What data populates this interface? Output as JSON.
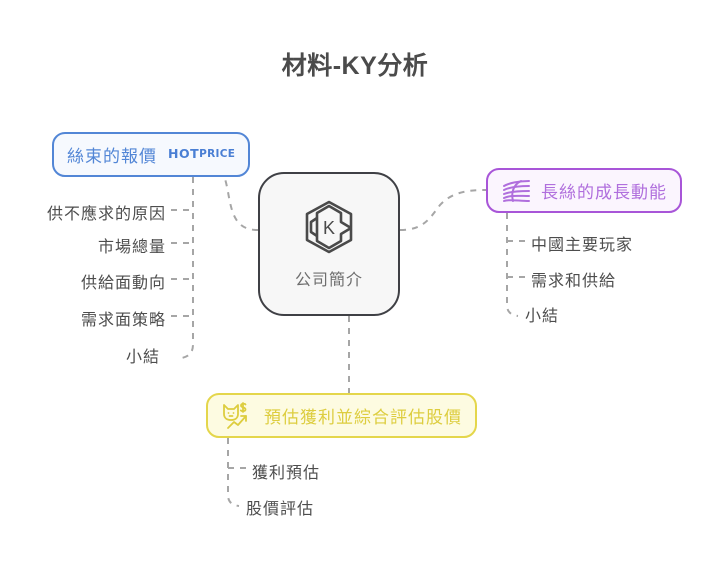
{
  "page": {
    "title": "材料-KY分析",
    "background": "#ffffff"
  },
  "center": {
    "label": "公司簡介",
    "icon": "hexagon-k-logo",
    "border_color": "#3f4045",
    "fill_color": "#f7f7f7"
  },
  "branches": [
    {
      "id": "tow-price",
      "label": "絲束的報價",
      "icon": "hot-price-badge-icon",
      "icon_text_line1": "HOT",
      "icon_text_line2": "PRICE",
      "color": "#5286d6",
      "fill": "#f6f9fe",
      "position": "top-left",
      "children": [
        "供不應求的原因",
        "市場總量",
        "供給面動向",
        "需求面策略",
        "小結"
      ]
    },
    {
      "id": "filament-growth",
      "label": "長絲的成長動能",
      "icon": "fiber-strands-icon",
      "color": "#b06fdd",
      "fill": "#fbf5fe",
      "position": "right",
      "children": [
        "中國主要玩家",
        "需求和供給",
        "小結"
      ]
    },
    {
      "id": "profit-valuation",
      "label": "預估獲利並綜合評估股價",
      "icon": "cat-dollar-trend-icon",
      "color": "#ddcd3f",
      "fill": "#fdfbe1",
      "position": "bottom",
      "children": [
        "獲利預估",
        "股價評估"
      ]
    }
  ],
  "edges": {
    "style": "dashed",
    "color": "#a6a6a6"
  }
}
